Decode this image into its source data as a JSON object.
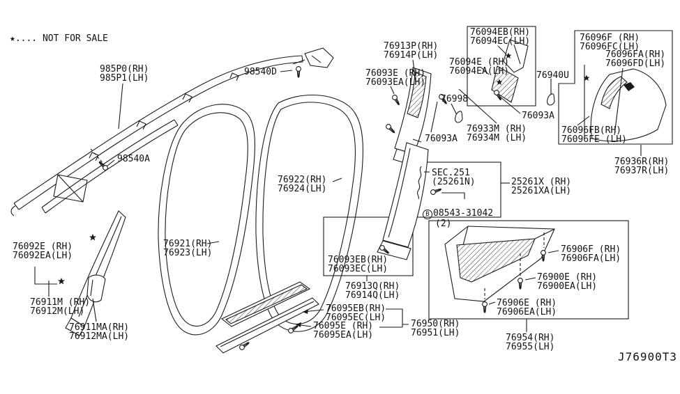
{
  "note": {
    "text": "★.... NOT FOR SALE"
  },
  "diagram_code": "J76900T3",
  "colors": {
    "ink": "#1a1a1a",
    "background": "#ffffff"
  },
  "icons": {
    "screw": "screw-icon",
    "clip": "trim-clip-icon",
    "star": "not-for-sale-star-icon"
  },
  "labels": [
    {
      "id": "not-for-sale",
      "text": "★.... NOT FOR SALE"
    },
    {
      "id": "985P0",
      "text": "985P0(RH)\n985P1(LH)"
    },
    {
      "id": "98540D",
      "text": "98540D"
    },
    {
      "id": "98540A",
      "text": "98540A"
    },
    {
      "id": "76913P",
      "text": "76913P(RH)\n76914P(LH)"
    },
    {
      "id": "76093E",
      "text": "76093E (RH)\n76093EA(LH)"
    },
    {
      "id": "76094EB",
      "text": "76094EB(RH)\n76094EC(LH)"
    },
    {
      "id": "76094E",
      "text": "76094E (RH)\n76094EA(LH)"
    },
    {
      "id": "76096F",
      "text": "76096F (RH)\n76096FC(LH)"
    },
    {
      "id": "76096FA",
      "text": "76096FA(RH)\n76096FD(LH)"
    },
    {
      "id": "76940U",
      "text": "76940U"
    },
    {
      "id": "76998",
      "text": "76998"
    },
    {
      "id": "76093A-left",
      "text": "76093A"
    },
    {
      "id": "76933M",
      "text": "76933M (RH)\n76934M (LH)"
    },
    {
      "id": "76093A-right",
      "text": "76093A"
    },
    {
      "id": "76096FB",
      "text": "76096FB(RH)\n76096FE (LH)"
    },
    {
      "id": "76936R",
      "text": "76936R(RH)\n76937R(LH)"
    },
    {
      "id": "SEC251",
      "text": "SEC.251\n(25261N)"
    },
    {
      "id": "25261X",
      "text": "25261X (RH)\n25261XA(LH)"
    },
    {
      "id": "08543-31042",
      "circle_prefix": "B",
      "code": "08543-31042",
      "qty": "(2)"
    },
    {
      "id": "76922",
      "text": "76922(RH)\n76924(LH)"
    },
    {
      "id": "76921",
      "text": "76921(RH)\n76923(LH)"
    },
    {
      "id": "76092E",
      "text": "76092E (RH)\n76092EA(LH)"
    },
    {
      "id": "76911M",
      "text": "76911M (RH)\n76912M(LH)"
    },
    {
      "id": "76911MA",
      "text": "76911MA(RH)\n76912MA(LH)"
    },
    {
      "id": "76093EB",
      "text": "76093EB(RH)\n76093EC(LH)"
    },
    {
      "id": "76913Q",
      "text": "76913Q(RH)\n76914Q(LH)"
    },
    {
      "id": "76095EB",
      "text": "76095EB(RH)\n76095EC(LH)"
    },
    {
      "id": "76095E",
      "text": "76095E (RH)\n76095EA(LH)"
    },
    {
      "id": "76950",
      "text": "76950(RH)\n76951(LH)"
    },
    {
      "id": "76906F",
      "text": "76906F (RH)\n76906FA(LH)"
    },
    {
      "id": "76900E",
      "text": "76900E (RH)\n76900EA(LH)"
    },
    {
      "id": "76906E",
      "text": "76906E (RH)\n76906EA(LH)"
    },
    {
      "id": "76954",
      "text": "76954(RH)\n76955(LH)"
    },
    {
      "id": "diagram-code",
      "text": "J76900T3"
    }
  ]
}
